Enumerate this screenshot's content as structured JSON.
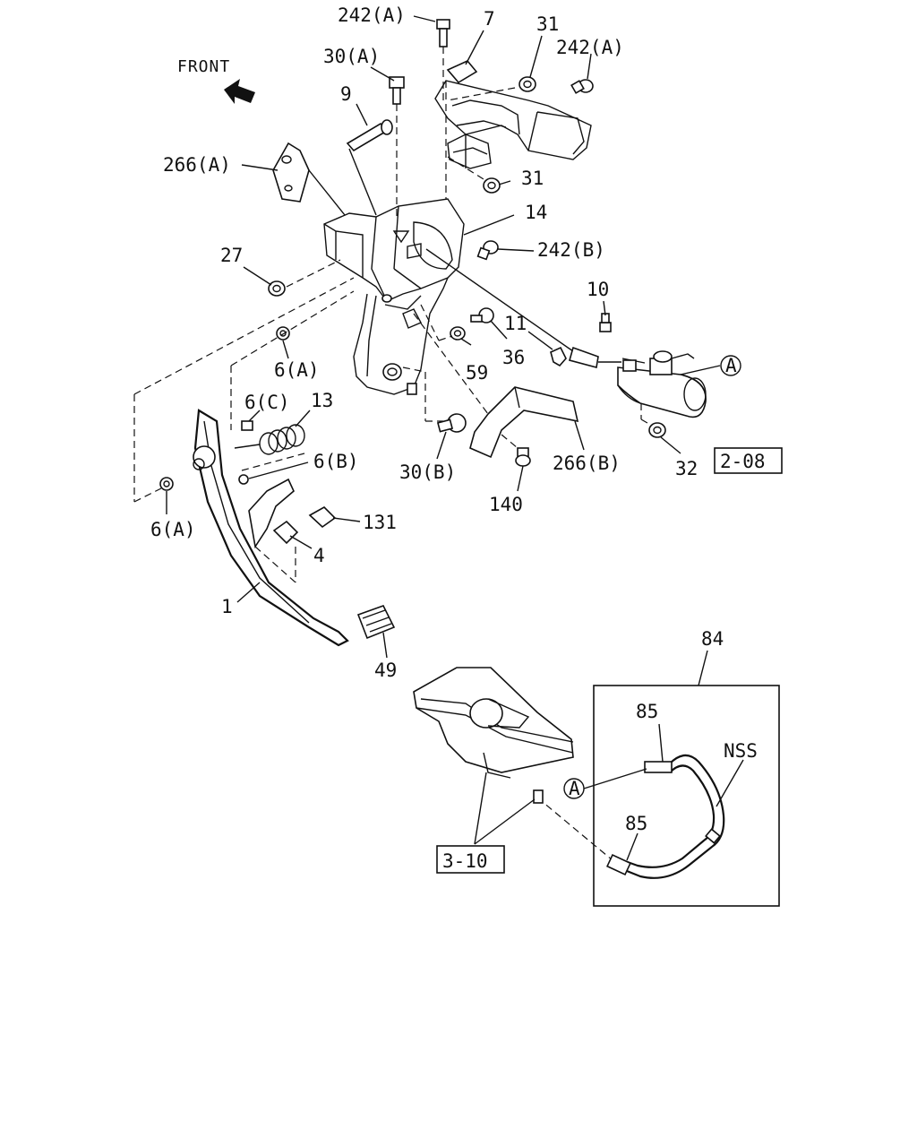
{
  "labels": {
    "front": "FRONT",
    "l_242a_top": "242(A)",
    "l_7": "7",
    "l_31_top": "31",
    "l_242a_right": "242(A)",
    "l_30a": "30(A)",
    "l_9": "9",
    "l_266a": "266(A)",
    "l_31_mid": "31",
    "l_14": "14",
    "l_27": "27",
    "l_242b": "242(B)",
    "l_10": "10",
    "l_11": "11",
    "l_a_callout": "A",
    "l_6a_upper": "6(A)",
    "l_59": "59",
    "l_36": "36",
    "l_6c": "6(C)",
    "l_13": "13",
    "l_6b": "6(B)",
    "l_30b": "30(B)",
    "l_266b": "266(B)",
    "l_32": "32",
    "l_2_08": "2-08",
    "l_6a_lower": "6(A)",
    "l_140": "140",
    "l_131": "131",
    "l_4": "4",
    "l_1": "1",
    "l_49": "49",
    "l_84": "84",
    "l_85_top": "85",
    "l_nss": "NSS",
    "l_a_hose": "A",
    "l_85_bottom": "85",
    "l_3_10": "3-10"
  }
}
